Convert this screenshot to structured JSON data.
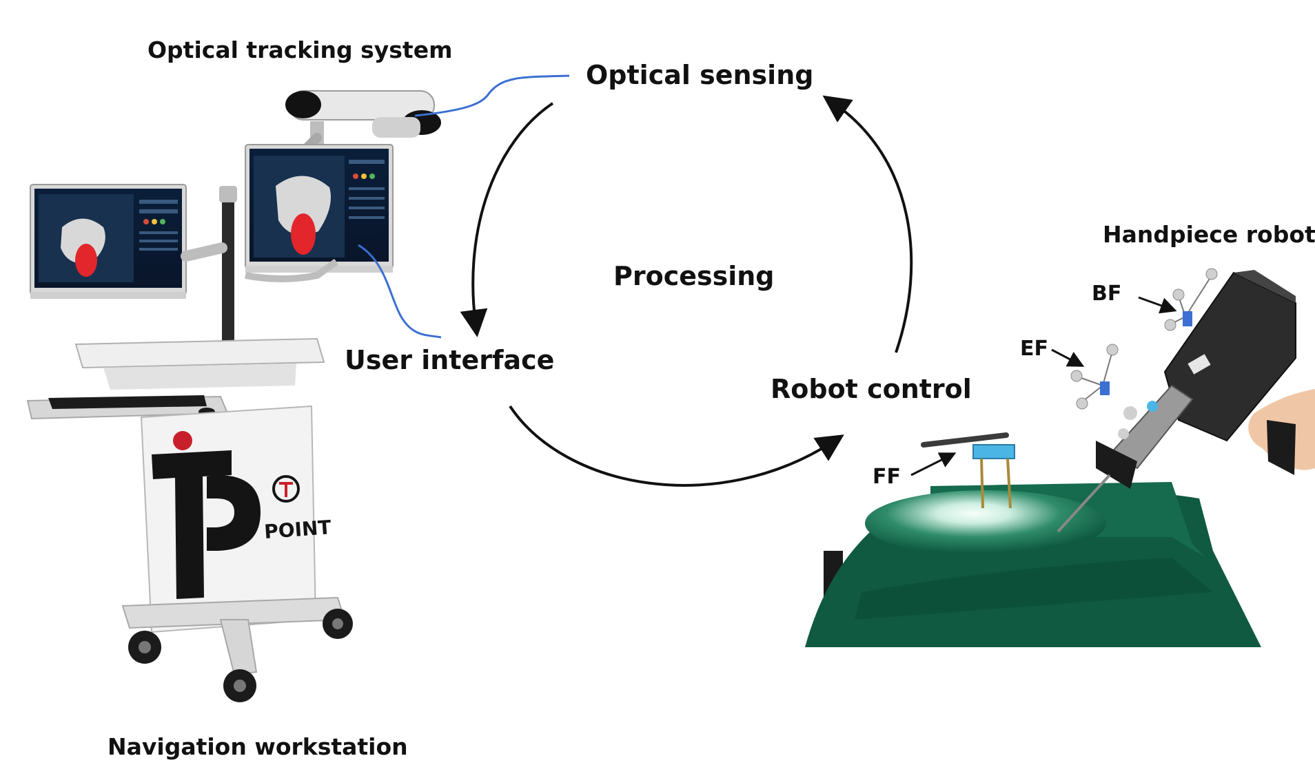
{
  "labels": {
    "optical_tracking_system": "Optical tracking system",
    "optical_sensing": "Optical sensing",
    "processing": "Processing",
    "user_interface": "User interface",
    "robot_control": "Robot control",
    "handpiece_robot": "Handpiece robot",
    "navigation_workstation": "Navigation workstation",
    "bf": "BF",
    "ef": "EF",
    "ff": "FF"
  },
  "branding": {
    "logo_text": "POINT"
  },
  "colors": {
    "text": "#111111",
    "arrow": "#111111",
    "cable": "#3b6fd1",
    "drape": "#1a6e52",
    "cart": "#f1f1f1",
    "cart_black": "#111111",
    "accent_red": "#c8202a",
    "robot_body": "#2c2c2c",
    "marker_blue": "#4bb6e6"
  }
}
